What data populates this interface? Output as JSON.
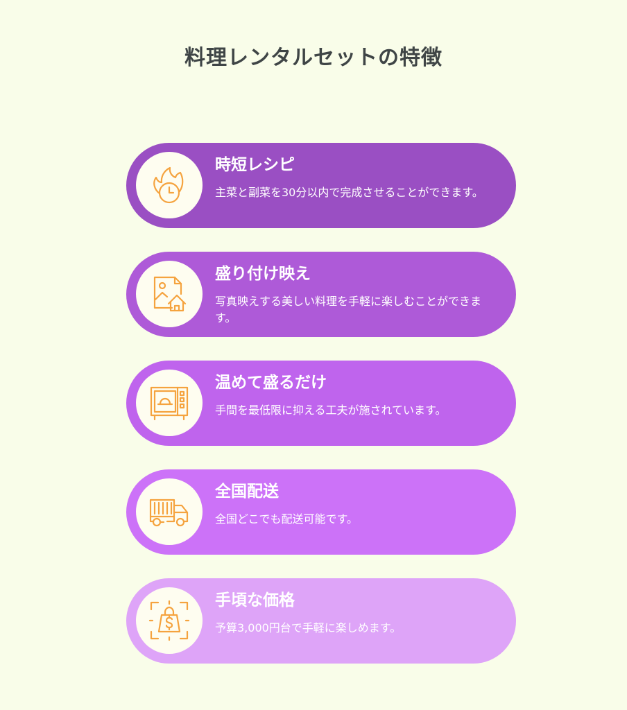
{
  "title": "料理レンタルセットの特徴",
  "colors": {
    "background": "#f9fde9",
    "title_text": "#3f4546",
    "icon_stroke": "#f5a33e",
    "icon_circle": "#fefdf0"
  },
  "features": [
    {
      "icon": "clock-fire-icon",
      "title": "時短レシピ",
      "description": "主菜と副菜を30分以内で完成させることができます。",
      "color": "#9a4fc3"
    },
    {
      "icon": "image-house-icon",
      "title": "盛り付け映え",
      "description": "写真映えする美しい料理を手軽に楽しむことができます。",
      "color": "#ae5ad8"
    },
    {
      "icon": "microwave-icon",
      "title": "温めて盛るだけ",
      "description": "手間を最低限に抑える工夫が施されています。",
      "color": "#bf64ed"
    },
    {
      "icon": "delivery-truck-icon",
      "title": "全国配送",
      "description": "全国どこでも配送可能です。",
      "color": "#cc72f8"
    },
    {
      "icon": "price-bag-icon",
      "title": "手頃な価格",
      "description": "予算3,000円台で手軽に楽しめます。",
      "color": "#dea4f8"
    }
  ]
}
